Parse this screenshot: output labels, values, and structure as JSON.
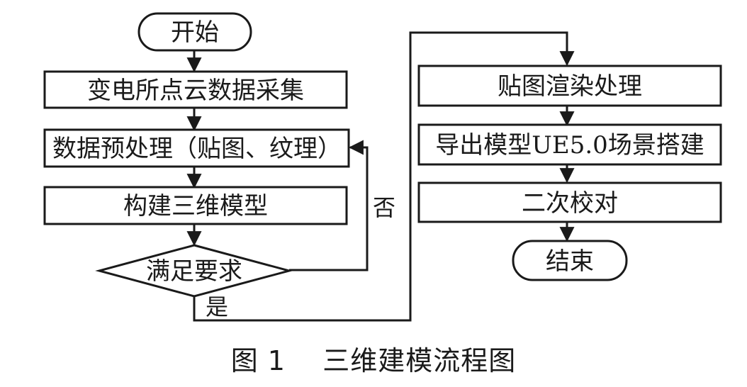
{
  "nodes": {
    "start": "开始",
    "collect": "变电所点云数据采集",
    "preprocess": "数据预处理（贴图、纹理）",
    "build_model": "构建三维模型",
    "decision": "满足要求",
    "texture_render": "贴图渲染处理",
    "export_scene": "导出模型UE5.0场景搭建",
    "recheck": "二次校对",
    "end": "结束"
  },
  "edges": {
    "yes": "是",
    "no": "否"
  },
  "caption": "图 1    三维建模流程图"
}
